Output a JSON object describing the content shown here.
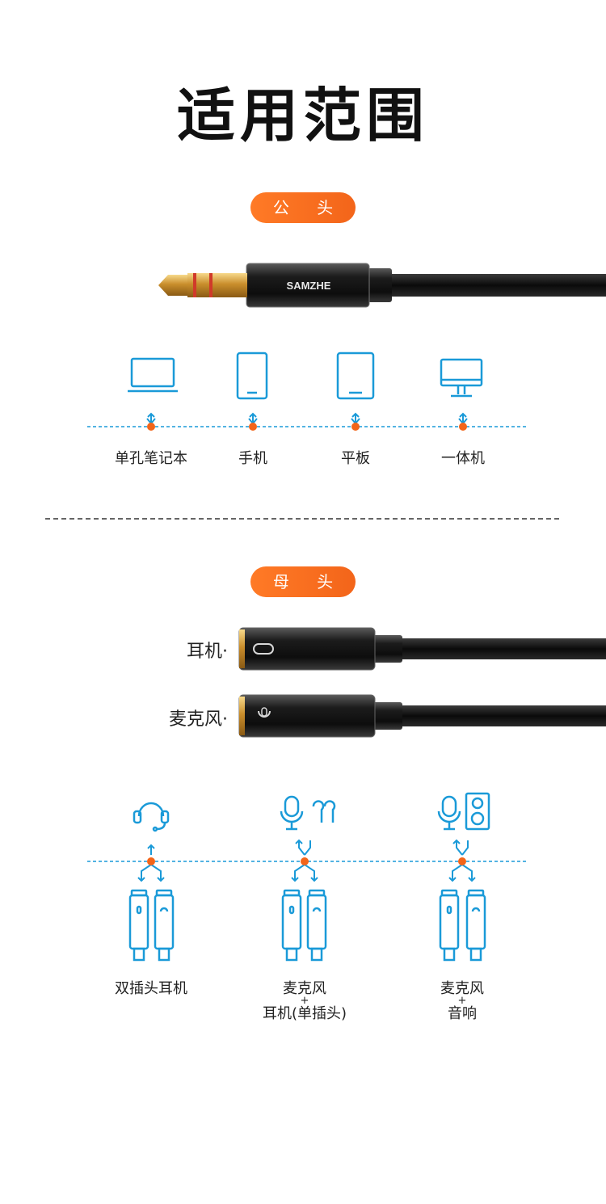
{
  "title": "适用范围",
  "male_section": {
    "pill_label": "公 头",
    "brand_on_plug": "SAMZHE",
    "devices": [
      {
        "label": "单孔笔记本",
        "icon": "laptop-icon"
      },
      {
        "label": "手机",
        "icon": "phone-icon"
      },
      {
        "label": "平板",
        "icon": "tablet-icon"
      },
      {
        "label": "一体机",
        "icon": "desktop-icon"
      }
    ]
  },
  "female_section": {
    "pill_label": "母 头",
    "jacks": [
      {
        "label": "耳机·",
        "icon": "headphone-jack-icon"
      },
      {
        "label": "麦克风·",
        "icon": "microphone-jack-icon"
      }
    ],
    "uses": [
      {
        "line1": "双插头耳机",
        "plus": "",
        "line2": ""
      },
      {
        "line1": "麦克风",
        "plus": "+",
        "line2": "耳机(单插头)"
      },
      {
        "line1": "麦克风",
        "plus": "+",
        "line2": "音响"
      }
    ]
  },
  "colors": {
    "accent_blue": "#1a9ad8",
    "accent_orange": "#f3651a",
    "gold": "#d9a441"
  }
}
